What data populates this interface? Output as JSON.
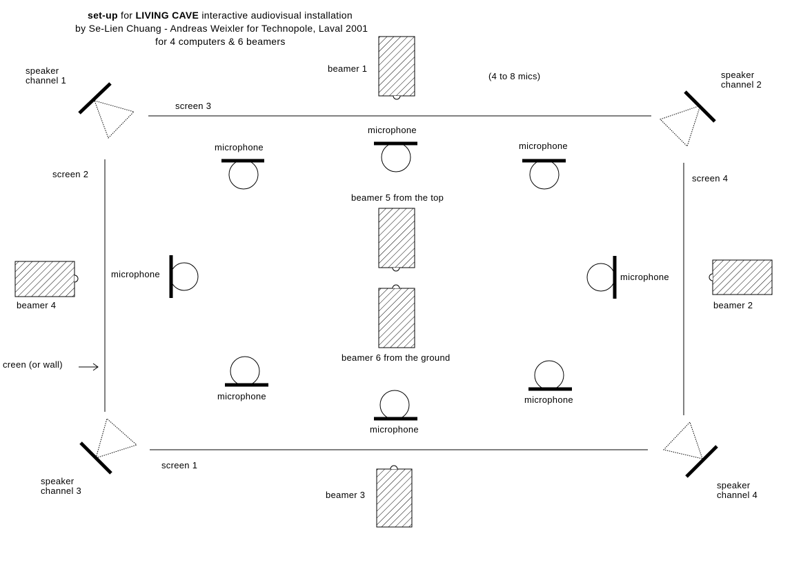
{
  "title": {
    "line1_bold": "set-up",
    "line1_mid": " for ",
    "line1_name": "LIVING CAVE",
    "line1_rest": "  interactive audiovisual installation",
    "line2": "by Se-Lien Chuang - Andreas Weixler for Technopole, Laval 2001",
    "line3": "for 4 computers & 6 beamers"
  },
  "mics_note": "(4 to 8 mics)",
  "screens": {
    "screen1": "screen 1",
    "screen2": "screen 2",
    "screen3": "screen 3",
    "screen4": "screen 4",
    "wall_note": "creen (or wall)"
  },
  "beamers": {
    "b1": "beamer 1",
    "b2": "beamer 2",
    "b3": "beamer 3",
    "b4": "beamer 4",
    "b5": "beamer 5 from the top",
    "b6": "beamer 6 from the ground"
  },
  "speakers": {
    "ch1": [
      "speaker",
      "channel 1"
    ],
    "ch2": [
      "speaker",
      "channel 2"
    ],
    "ch3": [
      "speaker",
      "channel 3"
    ],
    "ch4": [
      "speaker",
      "channel 4"
    ]
  },
  "microphone_label": "microphone",
  "arrow_glyph": "→"
}
